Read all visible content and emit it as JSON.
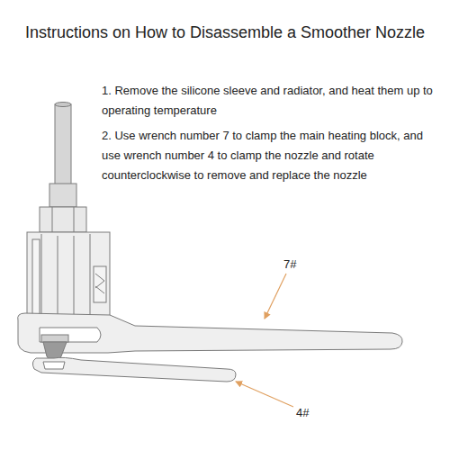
{
  "diagram": {
    "title": "Instructions on How to Disassemble a Smoother Nozzle",
    "labels": [
      "1. Remove the silicone sleeve and radiator, and heat them up to operating temperature",
      "2. Use wrench number 7 to clamp the main heating block, and use wrench number 4 to clamp the nozzle and rotate counterclockwise to remove and replace the nozzle",
      "7#",
      "4#"
    ]
  }
}
